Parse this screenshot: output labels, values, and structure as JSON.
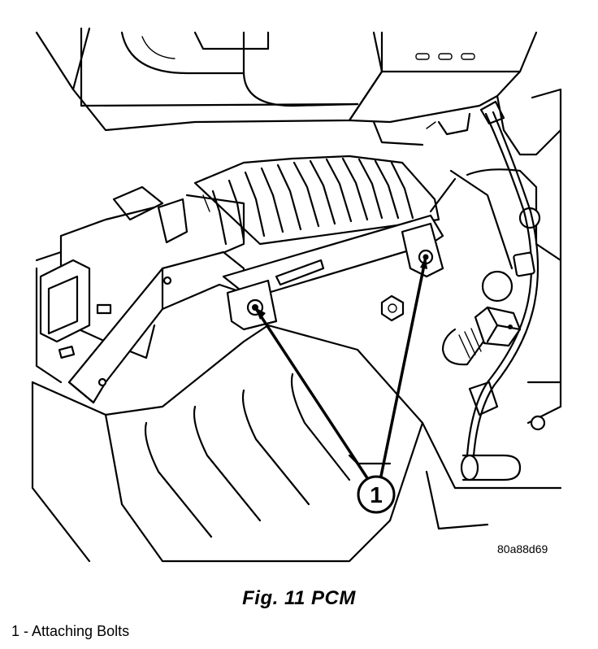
{
  "figure": {
    "image_id_label": "80a88d69",
    "caption": "Fig. 11 PCM",
    "callout_number": "1",
    "legend_item": "1 - Attaching Bolts"
  }
}
